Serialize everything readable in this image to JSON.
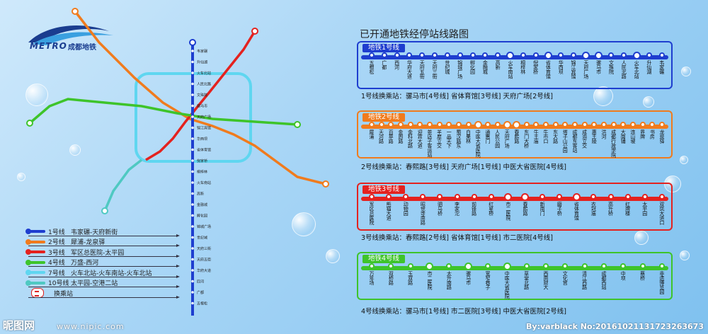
{
  "brand": {
    "logo_text": "METRO",
    "logo_cn": "成都地铁"
  },
  "panel": {
    "title": "已开通地铁经停站线路图"
  },
  "colors": {
    "line1": "#1e3ecf",
    "line2": "#f07b1d",
    "line3": "#e4221f",
    "line4": "#3ec42a",
    "line7": "#5fd6f0",
    "line10": "#4fc9c2"
  },
  "legend": [
    {
      "num": "1号线",
      "route": "韦家碾-天府新街",
      "color": "#1e3ecf"
    },
    {
      "num": "2号线",
      "route": "犀浦-龙泉驿",
      "color": "#f07b1d"
    },
    {
      "num": "3号线",
      "route": "军区总医院-太平园",
      "color": "#e4221f"
    },
    {
      "num": "4号线",
      "route": "万盛-西河",
      "color": "#3ec42a"
    },
    {
      "num": "7号线",
      "route": "火车北站-火车南站-火车北站",
      "color": "#5fd6f0"
    },
    {
      "num": "10号线",
      "route": "太平园-空港二站",
      "color": "#4fc9c2"
    },
    {
      "num": "",
      "route": "换乘站",
      "color": ""
    }
  ],
  "lines": [
    {
      "tag": "地铁1号线",
      "color": "#1e3ecf",
      "stations": [
        {
          "n": "五根松",
          "x": false
        },
        {
          "n": "广都",
          "x": false
        },
        {
          "n": "西河",
          "x": false
        },
        {
          "n": "华府大道",
          "x": false
        },
        {
          "n": "天府五街",
          "x": false
        },
        {
          "n": "天府三街",
          "x": false
        },
        {
          "n": "世纪城",
          "x": false
        },
        {
          "n": "锦城广场",
          "x": false
        },
        {
          "n": "孵化园",
          "x": false
        },
        {
          "n": "金融城",
          "x": false
        },
        {
          "n": "高新",
          "x": false
        },
        {
          "n": "火车南站",
          "x": true
        },
        {
          "n": "桐梓林",
          "x": false
        },
        {
          "n": "倪家桥",
          "x": false
        },
        {
          "n": "省体育馆",
          "x": true
        },
        {
          "n": "华西坝",
          "x": false
        },
        {
          "n": "锦江宾馆",
          "x": false
        },
        {
          "n": "天府广场",
          "x": true
        },
        {
          "n": "骡马市",
          "x": true
        },
        {
          "n": "文殊院",
          "x": false
        },
        {
          "n": "人民北路",
          "x": false
        },
        {
          "n": "火车北站",
          "x": true
        },
        {
          "n": "升仙湖",
          "x": false
        },
        {
          "n": "韦家碾",
          "x": false
        }
      ],
      "transfer": "1号线换乘站：骡马市[4号线] 省体育馆[3号线] 天府广场[2号线]"
    },
    {
      "tag": "地铁2号线",
      "color": "#f07b1d",
      "stations": [
        {
          "n": "犀浦",
          "x": false
        },
        {
          "n": "天河路",
          "x": false
        },
        {
          "n": "百草路",
          "x": false
        },
        {
          "n": "金周路",
          "x": false
        },
        {
          "n": "金科北路",
          "x": false
        },
        {
          "n": "迎宾大道",
          "x": false
        },
        {
          "n": "茶店子客运站",
          "x": false
        },
        {
          "n": "羊犀立交",
          "x": false
        },
        {
          "n": "一品天下",
          "x": false
        },
        {
          "n": "蜀汉路东",
          "x": false
        },
        {
          "n": "白果林",
          "x": false
        },
        {
          "n": "中医大省医院",
          "x": true
        },
        {
          "n": "通惠门",
          "x": false
        },
        {
          "n": "人民公园",
          "x": false
        },
        {
          "n": "天府广场",
          "x": true
        },
        {
          "n": "春熙路",
          "x": true
        },
        {
          "n": "东门大桥",
          "x": false
        },
        {
          "n": "牛王庙",
          "x": false
        },
        {
          "n": "牛市口",
          "x": false
        },
        {
          "n": "东大路",
          "x": false
        },
        {
          "n": "塔子山公园",
          "x": false
        },
        {
          "n": "成都东客站",
          "x": false
        },
        {
          "n": "成渝立交",
          "x": false
        },
        {
          "n": "惠王陵",
          "x": false
        },
        {
          "n": "洪河",
          "x": false
        },
        {
          "n": "成都行政学院",
          "x": false
        },
        {
          "n": "大面铺",
          "x": false
        },
        {
          "n": "连山坡",
          "x": false
        },
        {
          "n": "界牌",
          "x": false
        },
        {
          "n": "书房",
          "x": false
        },
        {
          "n": "龙泉驿",
          "x": false
        }
      ],
      "transfer": "2号线换乘站：春熙路[3号线] 天府广场[1号线] 中医大省医院[4号线]"
    },
    {
      "tag": "地铁3号线",
      "color": "#e4221f",
      "stations": [
        {
          "n": "军区总医院",
          "x": false
        },
        {
          "n": "熊猫大道",
          "x": false
        },
        {
          "n": "动物园",
          "x": false
        },
        {
          "n": "昭觉寺南路",
          "x": false
        },
        {
          "n": "驷马桥",
          "x": false
        },
        {
          "n": "李家沱",
          "x": false
        },
        {
          "n": "前锋路",
          "x": false
        },
        {
          "n": "红星桥",
          "x": false
        },
        {
          "n": "市二医院",
          "x": true
        },
        {
          "n": "春熙路",
          "x": true
        },
        {
          "n": "新南门",
          "x": false
        },
        {
          "n": "磨子桥",
          "x": false
        },
        {
          "n": "省体育馆",
          "x": true
        },
        {
          "n": "衣冠庙",
          "x": false
        },
        {
          "n": "高升桥",
          "x": false
        },
        {
          "n": "红牌楼",
          "x": false
        },
        {
          "n": "太平园",
          "x": false
        },
        {
          "n": "双凤大道口",
          "x": false
        }
      ],
      "transfer": "3号线换乘站：春熙路[2号线] 省体育馆[1号线] 市二医院[4号线]"
    },
    {
      "tag": "地铁4号线",
      "color": "#3ec42a",
      "stations": [
        {
          "n": "万年场",
          "x": false
        },
        {
          "n": "双桥路",
          "x": false
        },
        {
          "n": "玉双路",
          "x": false
        },
        {
          "n": "市二医院",
          "x": true
        },
        {
          "n": "太升南路",
          "x": false
        },
        {
          "n": "骡马市",
          "x": true
        },
        {
          "n": "宽窄巷子",
          "x": false
        },
        {
          "n": "中医大省医院",
          "x": true
        },
        {
          "n": "草堂北路",
          "x": false
        },
        {
          "n": "西南财大",
          "x": false
        },
        {
          "n": "文化宫",
          "x": false
        },
        {
          "n": "清江西路",
          "x": false
        },
        {
          "n": "成都西站",
          "x": false
        },
        {
          "n": "中坝",
          "x": false
        },
        {
          "n": "蔡桥",
          "x": false
        },
        {
          "n": "非遗博览园",
          "x": false
        }
      ],
      "transfer": "4号线换乘站：骡马市[1号线] 市二医院[3号线] 中医大省医院[2号线]"
    }
  ],
  "map_labels": [
    {
      "t": "韦家碾",
      "c": "#1e3ecf"
    },
    {
      "t": "升仙湖",
      "c": "#1e3ecf"
    },
    {
      "t": "火车北站",
      "c": "#1e3ecf"
    },
    {
      "t": "人民北路",
      "c": "#1e3ecf"
    },
    {
      "t": "文殊院",
      "c": "#1e3ecf"
    },
    {
      "t": "骡马市",
      "c": "#1e3ecf"
    },
    {
      "t": "天府广场",
      "c": "#1e3ecf"
    },
    {
      "t": "锦江宾馆",
      "c": "#1e3ecf"
    },
    {
      "t": "华西坝",
      "c": "#1e3ecf"
    },
    {
      "t": "省体育馆",
      "c": "#1e3ecf"
    },
    {
      "t": "倪家桥",
      "c": "#1e3ecf"
    },
    {
      "t": "桐梓林",
      "c": "#1e3ecf"
    },
    {
      "t": "火车南站",
      "c": "#1e3ecf"
    },
    {
      "t": "高新",
      "c": "#1e3ecf"
    },
    {
      "t": "金融城",
      "c": "#1e3ecf"
    },
    {
      "t": "孵化园",
      "c": "#1e3ecf"
    },
    {
      "t": "锦城广场",
      "c": "#1e3ecf"
    },
    {
      "t": "世纪城",
      "c": "#1e3ecf"
    },
    {
      "t": "天府三街",
      "c": "#1e3ecf"
    },
    {
      "t": "天府五街",
      "c": "#1e3ecf"
    },
    {
      "t": "华府大道",
      "c": "#1e3ecf"
    },
    {
      "t": "四河",
      "c": "#1e3ecf"
    },
    {
      "t": "广都",
      "c": "#1e3ecf"
    },
    {
      "t": "五根松",
      "c": "#1e3ecf"
    }
  ],
  "watermark": {
    "left": "昵图网",
    "url": "www.nipic.com",
    "right": "By:varblack No:20161021131723263673"
  }
}
